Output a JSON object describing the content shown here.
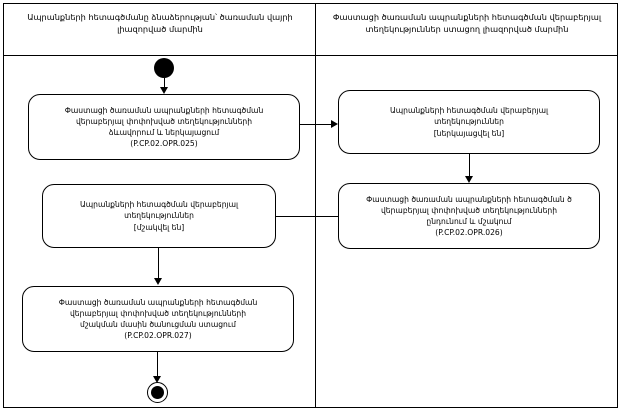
{
  "diagram": {
    "type": "uml-activity-diagram",
    "swimlanes": [
      {
        "id": "left",
        "title": "Ապրանքների հետագծմանը ձնաձերության՝ ծառաման վայրի լիազորված մարմին"
      },
      {
        "id": "right",
        "title": "Փաստացի ծառաման ապրանքների հետագծման վերաբերյալ տեղեկություններ ստացող լիազորված մարմին"
      }
    ],
    "nodes": [
      {
        "id": "start",
        "kind": "initial-node",
        "lane": "left"
      },
      {
        "id": "activity-1",
        "kind": "activity",
        "lane": "left",
        "label": "Փաստացի ծառաման ապրանքների հետագծման վերաբերյալ փոփոխված տեղեկությունների ձևավորում և ներկայացում\n(P.CP.02.OPR.025)",
        "lines": [
          "Փաստացի ծառաման ապրանքների հետագծման",
          "վերաբերյալ փոփոխված տեղեկությունների",
          "ձևավորում և ներկայացում",
          "(P.CP.02.OPR.025)"
        ]
      },
      {
        "id": "activity-2",
        "kind": "activity",
        "lane": "right",
        "label": "Ապրանքների հետագծման վերաբերյալ տեղեկություններ\n[ներկայացվել են]",
        "lines": [
          "Ապրանքների հետագծման վերաբերյալ",
          "տեղեկություններ",
          "[ներկայացվել են]"
        ]
      },
      {
        "id": "activity-3",
        "kind": "activity",
        "lane": "right",
        "label": "Փաստացի ծառաման ապրանքների հետագծման ծ վերաբերյալ փոփոխված տեղեկությունների ընդունում և մշակում\n(P.CP.02.OPR.026)",
        "lines": [
          "Փաստացի ծառաման ապրանքների հետագծման ծ",
          "վերաբերյալ փոփոխված տեղեկությունների",
          "ընդունում և մշակում",
          "(P.CP.02.OPR.026)"
        ]
      },
      {
        "id": "activity-4",
        "kind": "activity",
        "lane": "left",
        "label": "Ապրանքների հետագծման վերաբերյալ տեղեկություններ\n[մշակվել են]",
        "lines": [
          "Ապրանքների հետագծման վերաբերյալ",
          "տեղեկություններ",
          "[մշակվել են]"
        ]
      },
      {
        "id": "activity-5",
        "kind": "activity",
        "lane": "left",
        "label": "Փաստացի ծառաման ապրանքների հետագծման վերաբերյալ փոփոխված տեղեկությունների մշակման մասին ծանուցման ստացում\n(P.CP.02.OPR.027)",
        "lines": [
          "Փաստացի ծառաման ապրանքների հետագծման",
          "վերաբերյալ փոփոխված տեղեկությունների",
          "մշակման մասին ծանուցման ստացում",
          "(P.CP.02.OPR.027)"
        ]
      },
      {
        "id": "end",
        "kind": "final-node",
        "lane": "left"
      }
    ],
    "edges": [
      {
        "from": "start",
        "to": "activity-1",
        "direction": "down"
      },
      {
        "from": "activity-1",
        "to": "activity-2",
        "direction": "right"
      },
      {
        "from": "activity-2",
        "to": "activity-3",
        "direction": "down"
      },
      {
        "from": "activity-3",
        "to": "activity-4",
        "direction": "left"
      },
      {
        "from": "activity-4",
        "to": "activity-5",
        "direction": "down"
      },
      {
        "from": "activity-5",
        "to": "end",
        "direction": "down"
      }
    ],
    "colors": {
      "stroke": "#000000",
      "fill": "#ffffff"
    }
  }
}
